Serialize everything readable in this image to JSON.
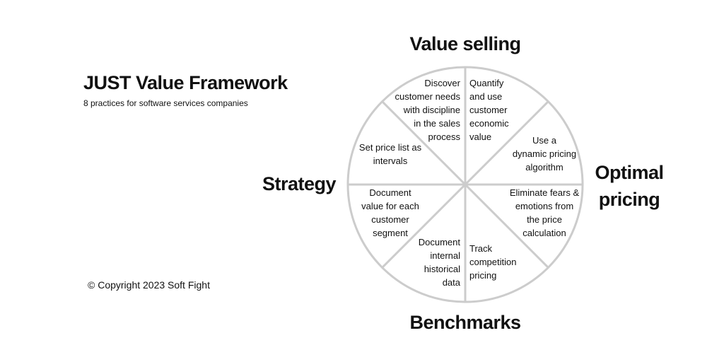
{
  "header": {
    "title": "JUST Value Framework",
    "subtitle": "8 practices for software services companies"
  },
  "copyright": "© Copyright 2023 Soft Fight",
  "quadrants": {
    "top": "Value selling",
    "right": "Optimal\npricing",
    "bottom": "Benchmarks",
    "left": "Strategy"
  },
  "practices": [
    "Discover\ncustomer needs\nwith discipline\nin the sales\nprocess",
    "Quantify\nand use\ncustomer\neconomic\nvalue",
    "Use a\ndynamic pricing\nalgorithm",
    "Eliminate fears &\nemotions from\nthe price\ncalculation",
    "Track\ncompetition\npricing",
    "Document\ninternal\nhistorical\ndata",
    "Document\nvalue for each\ncustomer\nsegment",
    "Set price list as\nintervals"
  ],
  "colors": {
    "wheel_stroke": "#cccccc",
    "text": "#111111"
  }
}
